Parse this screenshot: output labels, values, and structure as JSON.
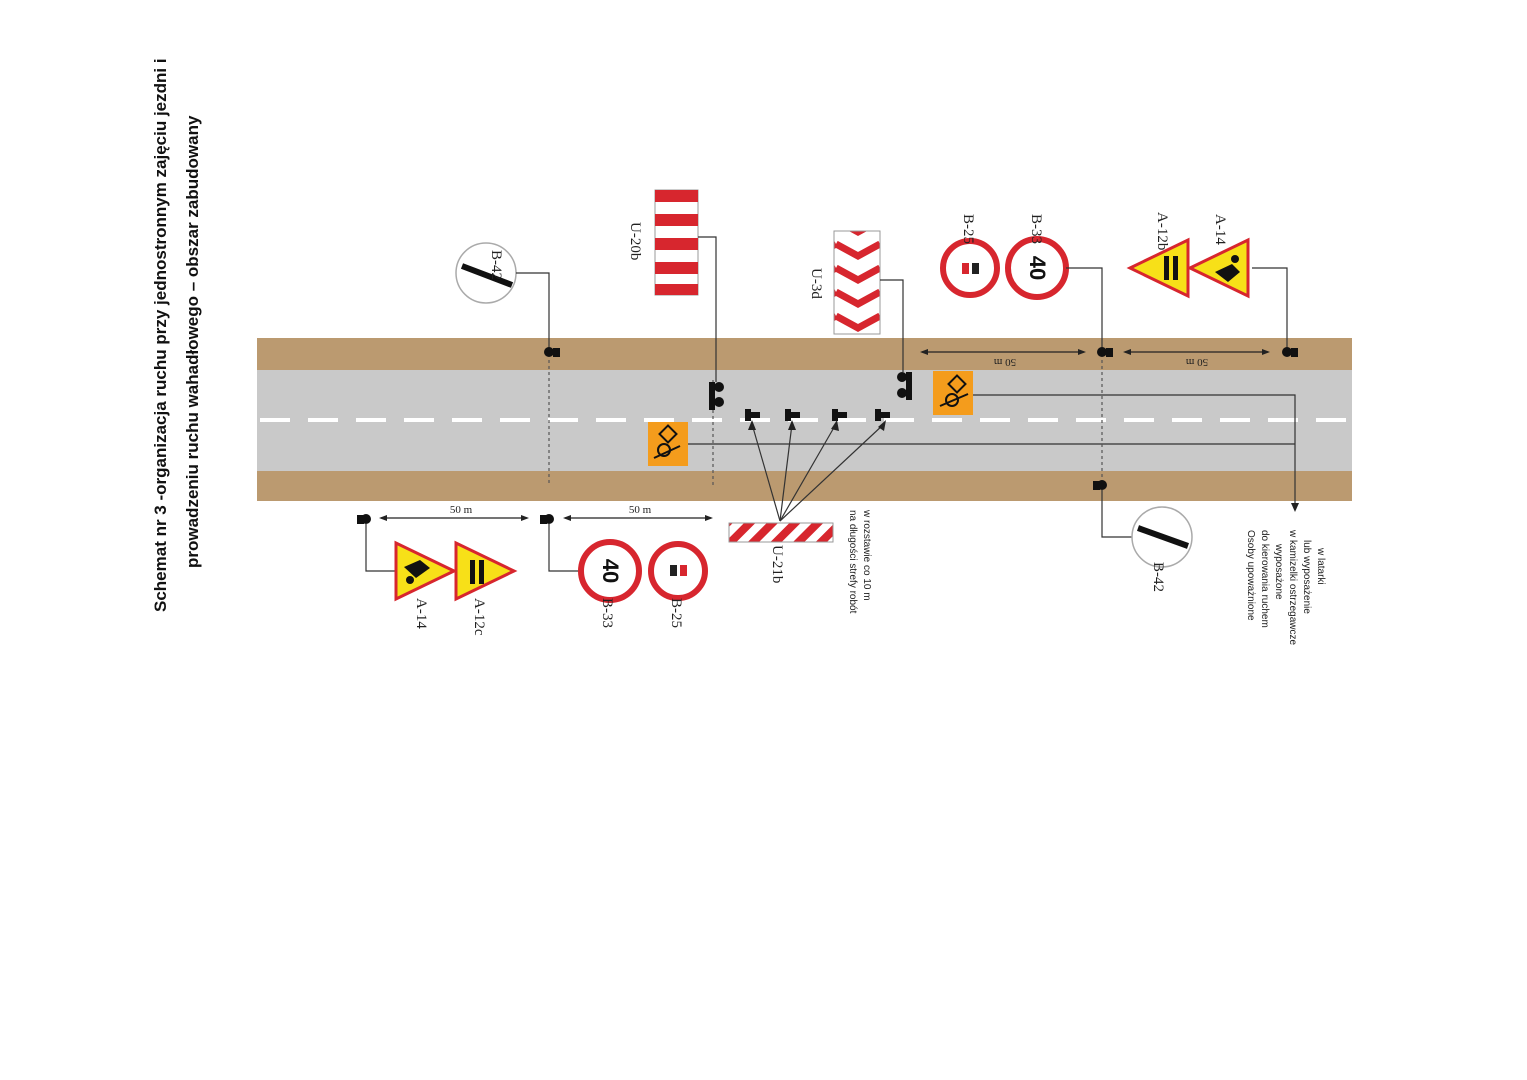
{
  "title": {
    "line1": "Schemat nr 3 -organizacja ruchu przy jednostronnym zajęciu jezdni i",
    "line2": "prowadzeniu ruchu wahadłowego – obszar zabudowany"
  },
  "signs": {
    "b42": "B-42",
    "u20b": "U-20b",
    "u3d": "U-3d",
    "b25": "B-25",
    "b33": "B-33",
    "a12b": "A-12b",
    "a14": "A-14",
    "a12c": "A-12c",
    "u21b": "U-21b",
    "speed": "40"
  },
  "distance": "50 m",
  "notes": {
    "spacing_line1": "na długości strefy robót",
    "spacing_line2": "w rozstawie co 10 m",
    "flaggers": [
      "Osoby upoważnione",
      "do kierowania ruchem",
      "wyposażone",
      "w kamizelki ostrzegawcze",
      "lub wyposażenie",
      "w latarki"
    ]
  },
  "colors": {
    "shoulder": "#bb9a70",
    "asphalt": "#c9c9c9",
    "red": "#d7262e",
    "warning_yellow": "#f7e018",
    "orange": "#f49c1c"
  }
}
